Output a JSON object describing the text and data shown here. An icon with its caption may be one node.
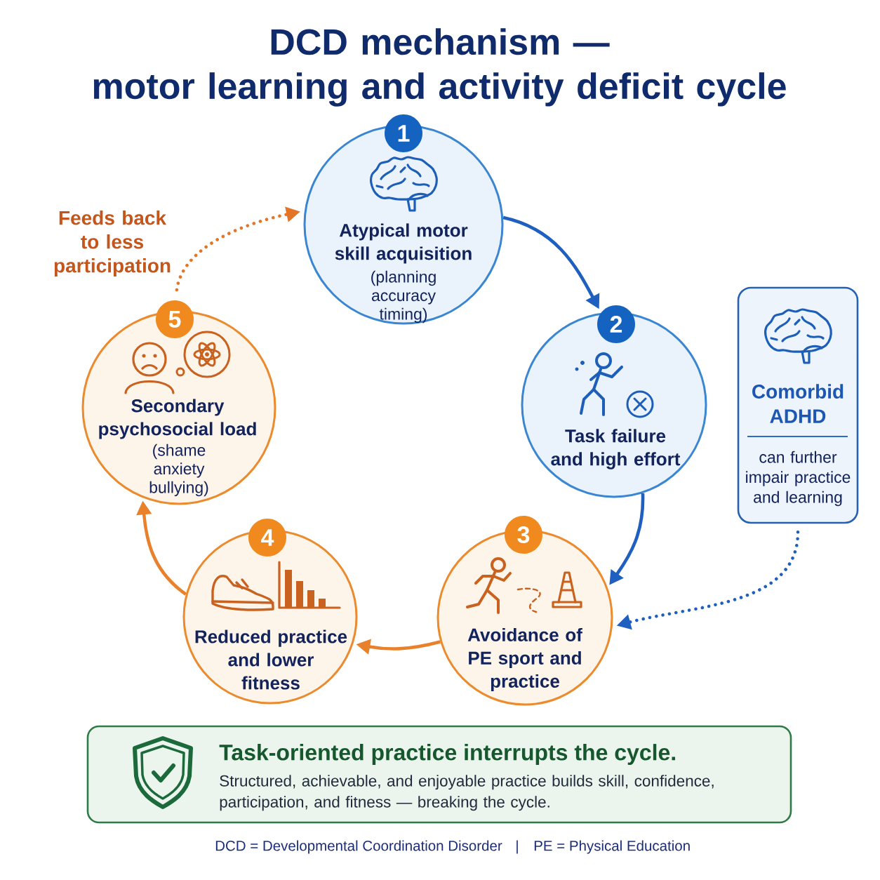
{
  "diagram": {
    "title": "DCD mechanism — motor learning and activity deficit cycle",
    "nodes": [
      {
        "text": [
          "1",
          "Atypical motor skill acquisition",
          "(planning accuracy timing)"
        ]
      },
      {
        "text": [
          "2",
          "Task failure and high effort"
        ]
      },
      {
        "text": [
          "3",
          "Avoidance of PE sport and practice"
        ]
      },
      {
        "text": [
          "4",
          "Reduced practice and lower fitness"
        ]
      },
      {
        "text": [
          "5",
          "Secondary psychosocial load",
          "(shame anxiety bullying)"
        ]
      },
      {
        "text": [
          "Comorbid ADHD",
          "can further impair practice and learning"
        ]
      },
      {
        "text": [
          "Task-oriented practice interrupts the cycle.",
          "Structured, achievable, and enjoyable practice builds skill, confidence, participation, and fitness — breaking the cycle."
        ]
      }
    ],
    "edges": [
      {
        "from": 0,
        "to": 1,
        "arrow": "to",
        "color": "#1f5fbf"
      },
      {
        "from": 1,
        "to": 2,
        "arrow": "to",
        "color": "#1f5fbf"
      },
      {
        "from": 2,
        "to": 3,
        "arrow": "to",
        "color": "#e9802a"
      },
      {
        "from": 3,
        "to": 4,
        "arrow": "to",
        "color": "#e9802a"
      },
      {
        "from": 4,
        "to": 0,
        "arrow": "to",
        "style": "dashed",
        "color": "#e27526",
        "label": "Feeds back to less participation"
      },
      {
        "from": 5,
        "to": 2,
        "arrow": "to",
        "style": "dashed",
        "color": "#1f5fbf"
      }
    ],
    "labels": [
      "DCD = Developmental Coordination Disorder",
      "|",
      "PE = Physical Education"
    ]
  }
}
